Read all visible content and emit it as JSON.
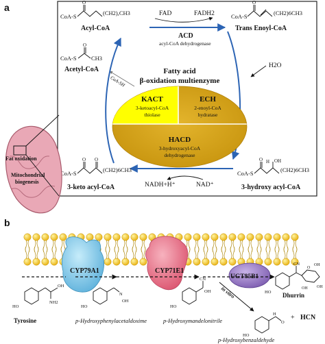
{
  "panel_a": {
    "letter": "a",
    "box_title": [
      "Fatty acid",
      "β-oxidation multienzyme"
    ],
    "acyl_coa": {
      "coa": "CoA-S",
      "chain": "(CH2),CH3",
      "name": "Acyl-CoA"
    },
    "trans_enoyl_coa": {
      "coa": "CoA-S",
      "chain": "(CH2)6CH3",
      "name": "Trans Enoyl-CoA"
    },
    "acetyl_coa": {
      "coa": "CoA-S",
      "methyl": "CH3",
      "name": "Acetyl-CoA"
    },
    "keto_acyl_coa": {
      "coa": "CoA-S",
      "chain": "(CH2)6CH3",
      "name": "3-keto acyl-CoA"
    },
    "hydroxy_acyl_coa": {
      "coa": "CoA-S",
      "oh": "OH",
      "h": "H",
      "chain": "(CH2)6CH3",
      "name": "3-hydroxy acyl-CoA"
    },
    "fad": "FAD",
    "fadh2": "FADH2",
    "acd": "ACD",
    "acd_full": "acyl-CoA dehydrogenase",
    "h2o": "H2O",
    "coa_sh": "CoA-SH",
    "nadh": "NADH+H⁺",
    "nad": "NAD⁺",
    "kact": {
      "abbr": "KACT",
      "line1": "3-ketoacyl-CoA",
      "line2": "thiolase"
    },
    "ech": {
      "abbr": "ECH",
      "line1": "2-enoyl-CoA",
      "line2": "hydratase"
    },
    "hacd": {
      "abbr": "HACD",
      "line1": "3-hydroxyacyl-CoA",
      "line2": "dehydrogenase"
    },
    "mito": {
      "top": "Fat oxidation",
      "bottom1": "Mitochondrial",
      "bottom2": "biogenesis"
    }
  },
  "panel_b": {
    "letter": "b",
    "cyp79a1": "CYP79A1",
    "cyp71e1": "CYP71E1",
    "ugt85b1": "UGT85B1",
    "tyrosine": "Tyrosine",
    "aldoxime": "p-Hydroxyphenylacetaldoxime",
    "mandelonitrile": "p-Hydroxymandelonitrile",
    "dhurrin": "Dhurrin",
    "in_vitro": "in vitro",
    "plus": "+",
    "hcn": "HCN",
    "benzaldehyde": "p-Hydroxybenzaldehyde",
    "atoms": {
      "ho": "HO",
      "oh": "OH",
      "nh2": "NH2",
      "o": "O",
      "n": "N",
      "cn": "CN",
      "h": "H"
    }
  },
  "colors": {
    "membrane_head": "#f0c020",
    "oval": "#d4a41c",
    "kact": "#ffff00",
    "arrow_blue": "#2c64b4",
    "orange_label": "#e07a2a",
    "cyp79a1": "#7ec8e8",
    "cyp71e1": "#e86a80",
    "ugt85b1": "#9070c0",
    "mito_fill": "#e9a8b6"
  }
}
